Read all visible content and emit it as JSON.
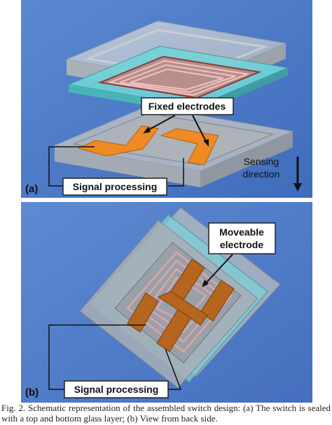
{
  "panel_a": {
    "label": "(a)",
    "callout_fixed": "Fixed electrodes",
    "callout_signal": "Signal processing",
    "sensing_line1": "Sensing",
    "sensing_line2": "direction"
  },
  "panel_b": {
    "label": "(b)",
    "callout_moveable_line1": "Moveable",
    "callout_moveable_line2": "electrode",
    "callout_signal": "Signal processing"
  },
  "caption": "Fig. 2.   Schematic representation of the assembled switch design: (a) The switch is sealed with a top and bottom glass layer; (b) View from back side."
}
